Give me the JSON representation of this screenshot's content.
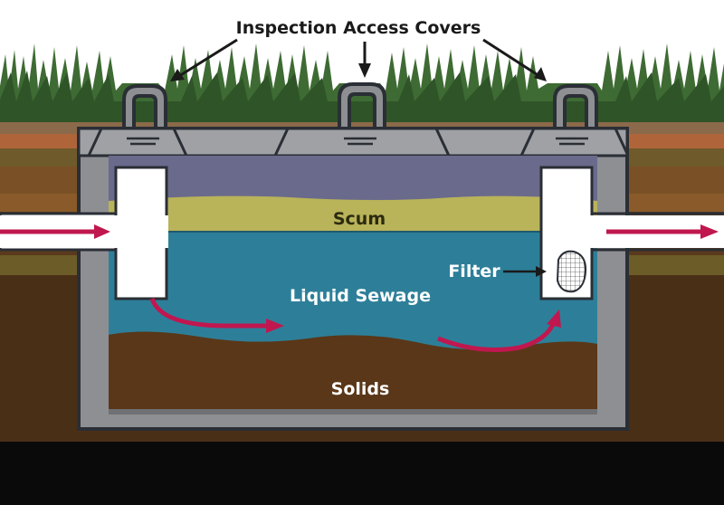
{
  "labels": {
    "covers": "Inspection Access Covers",
    "scum": "Scum",
    "filter": "Filter",
    "liquid": "Liquid Sewage",
    "solids": "Solids"
  },
  "colors": {
    "grass": "#3e6b33",
    "soil": "#5a3a1c",
    "tank_wall": "#8d8f93",
    "tank_outline": "#2a2e35",
    "air_space": "#6a6a8c",
    "scum": "#b9b35a",
    "liquid": "#2d7f99",
    "solids": "#5a3718",
    "flow_arrow": "#c0174f"
  }
}
